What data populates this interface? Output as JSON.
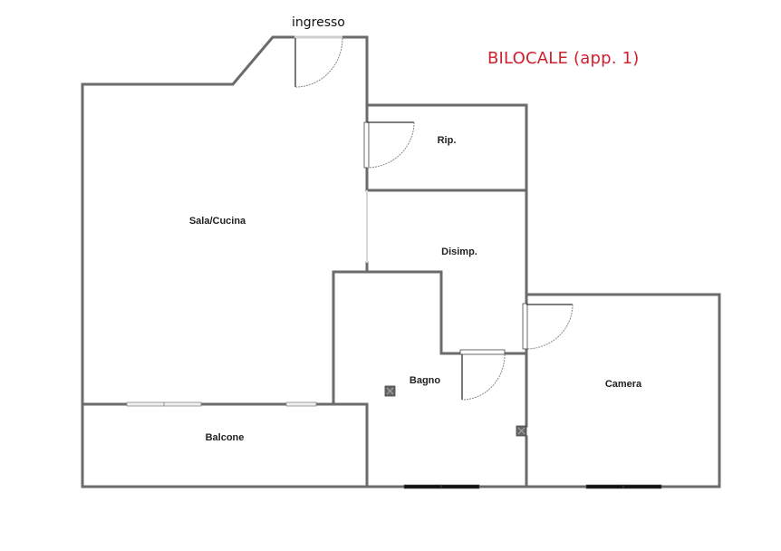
{
  "plan": {
    "title": "BILOCALE (app. 1)",
    "entrance_label": "ingresso",
    "colors": {
      "title": "#d0202f",
      "wall": "#6b6b6b",
      "background": "#ffffff",
      "text": "#222222"
    },
    "rooms": [
      {
        "id": "sala-cucina",
        "label": "Sala/Cucina"
      },
      {
        "id": "rip",
        "label": "Rip."
      },
      {
        "id": "disimp",
        "label": "Disimp."
      },
      {
        "id": "bagno",
        "label": "Bagno"
      },
      {
        "id": "camera",
        "label": "Camera"
      },
      {
        "id": "balcone",
        "label": "Balcone"
      }
    ]
  }
}
